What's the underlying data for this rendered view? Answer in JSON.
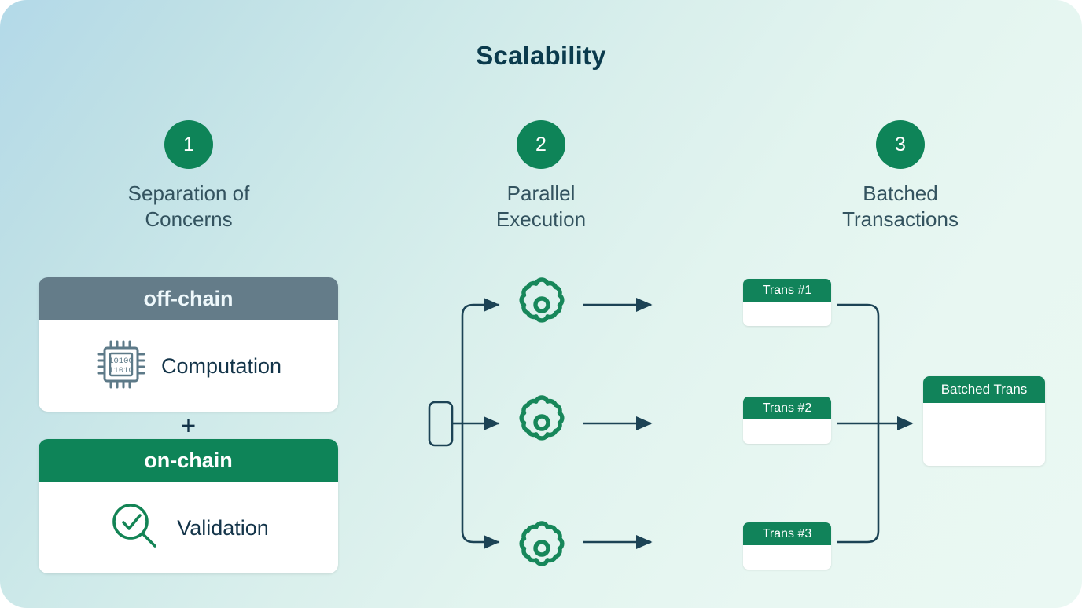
{
  "page": {
    "title": "Scalability",
    "background_from": "#b3d9e8",
    "background_to": "#eaf8f3",
    "accent_green": "#0e8458",
    "accent_slate": "#647c89",
    "text_dark": "#0b3b4d",
    "line_color": "#1c4355"
  },
  "columns": [
    {
      "number": "1",
      "label": "Separation of\nConcerns"
    },
    {
      "number": "2",
      "label": "Parallel\nExecution"
    },
    {
      "number": "3",
      "label": "Batched\nTransactions"
    }
  ],
  "separation_of_concerns": {
    "off_chain": {
      "header": "off-chain",
      "item_label": "Computation",
      "icon": "cpu-chip-icon",
      "chip_bits_top": "10100",
      "chip_bits_bottom": "11010",
      "header_color": "#647c89"
    },
    "connector": "+",
    "on_chain": {
      "header": "on-chain",
      "item_label": "Validation",
      "icon": "magnifier-check-icon",
      "header_color": "#0e8458"
    }
  },
  "parallel_execution": {
    "input_node": "input-node",
    "branches": [
      {
        "icon": "gear-icon"
      },
      {
        "icon": "gear-icon"
      },
      {
        "icon": "gear-icon"
      }
    ],
    "gear_color": "#17875a"
  },
  "batched_transactions": {
    "transactions": [
      {
        "label": "Trans #1"
      },
      {
        "label": "Trans #2"
      },
      {
        "label": "Trans #3"
      }
    ],
    "result": {
      "label": "Batched Trans"
    }
  }
}
